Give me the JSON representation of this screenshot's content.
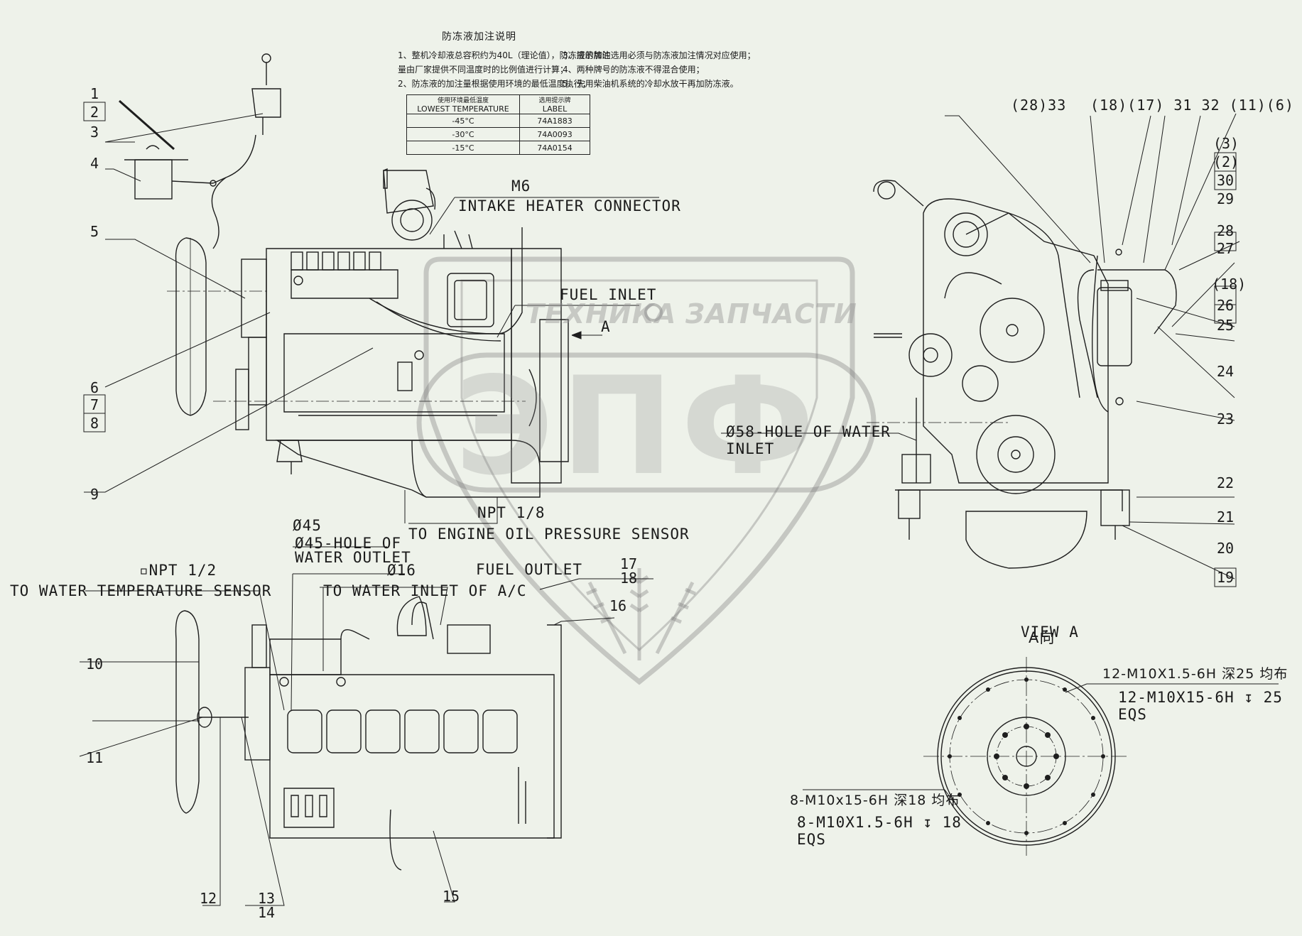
{
  "notes": {
    "title": "防冻液加注说明",
    "lines_left": [
      "1、整机冷却液总容积约为40L（理论值），防冻液的加注",
      "   量由厂家提供不同温度时的比例值进行计算；",
      "2、防冻液的加注量根据使用环境的最低温度执行；"
    ],
    "lines_right": [
      "3、提示牌的选用必须与防冻液加注情况对应使用；",
      "4、两种牌号的防冻液不得混合使用；",
      "5、先用柴油机系统的冷却水放干再加防冻液。"
    ]
  },
  "temp_table": {
    "header_left_cn": "使用环境最低温度",
    "header_left_en": "LOWEST TEMPERATURE",
    "header_right_cn": "选用提示牌",
    "header_right_en": "LABEL",
    "rows": [
      {
        "temp": "-45°C",
        "label": "74A1883"
      },
      {
        "temp": "-30°C",
        "label": "74A0093"
      },
      {
        "temp": "-15°C",
        "label": "74A0154"
      }
    ]
  },
  "callouts": {
    "m6": "M6",
    "intake_heater": "INTAKE HEATER CONNECTOR",
    "fuel_inlet": "FUEL INLET",
    "a_arrow": "A",
    "water_inlet_1": "Ø58-HOLE OF WATER",
    "water_inlet_2": "INLET",
    "npt18": "NPT 1/8",
    "oil_pressure": "TO ENGINE OIL PRESSURE SENSOR",
    "d45": "Ø45",
    "water_outlet_1": "Ø45-HOLE OF",
    "water_outlet_2": "WATER OUTLET",
    "d16": "Ø16",
    "water_inlet_ac": "TO WATER INLET OF A/C",
    "npt12": "▫NPT 1/2",
    "water_temp": "TO WATER TEMPERATURE SENSOR",
    "fuel_outlet": "FUEL OUTLET",
    "view_a_cn": "A向",
    "view_a": "VIEW A",
    "m10_cn": "12-M10X1.5-6H 深25 均布",
    "m10_en": "12-M10X15-6H ↧ 25",
    "m10_eqs": "EQS",
    "m8_cn": "8-M10x15-6H 深18 均布",
    "m8_en": "8-M10X1.5-6H ↧ 18",
    "m8_eqs": "EQS"
  },
  "part_numbers": {
    "p1": "1",
    "p2": "2",
    "p3": "3",
    "p4": "4",
    "p5": "5",
    "p6": "6",
    "p7": "7",
    "p8": "8",
    "p9": "9",
    "p10": "10",
    "p11": "11",
    "p12": "12",
    "p1314": "13 14",
    "p15": "15",
    "p16": "16",
    "p1718": "17 18",
    "p19": "19",
    "p20": "20",
    "p21": "21",
    "p22": "22",
    "p23": "23",
    "p24": "24",
    "p25": "25",
    "p26": "26",
    "p18b": "(18)",
    "p27": "27",
    "p28": "28",
    "p29": "29",
    "p30": "30",
    "p2b": "(2)",
    "p3b": "(3)",
    "top_right": "(18)(17) 31 32 (11)(6)",
    "top_mid": "(28)33"
  },
  "watermark": {
    "left": "ТЕХНИКА",
    "right": "ЗАПЧАСТИ",
    "big": "ЭПФ"
  }
}
